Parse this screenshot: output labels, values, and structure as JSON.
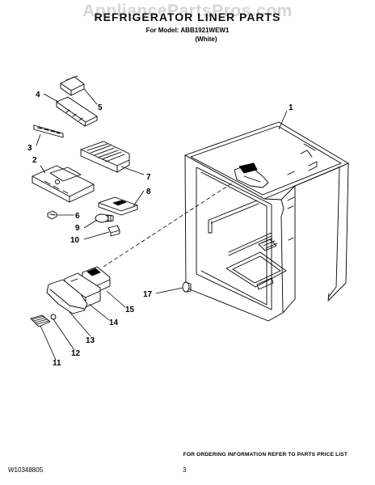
{
  "header": {
    "watermark": "AppliancePartsPros.com",
    "title": "REFRIGERATOR LINER PARTS",
    "model_line": "For Model: ABB1921WEW1",
    "color_line": "(White)"
  },
  "callouts": [
    "1",
    "2",
    "3",
    "4",
    "5",
    "6",
    "7",
    "8",
    "9",
    "10",
    "11",
    "12",
    "13",
    "14",
    "15",
    "17"
  ],
  "footer": {
    "ordering_note": "FOR ORDERING INFORMATION REFER TO PARTS PRICE LIST",
    "doc_number": "W10348805",
    "page_number": "3"
  }
}
